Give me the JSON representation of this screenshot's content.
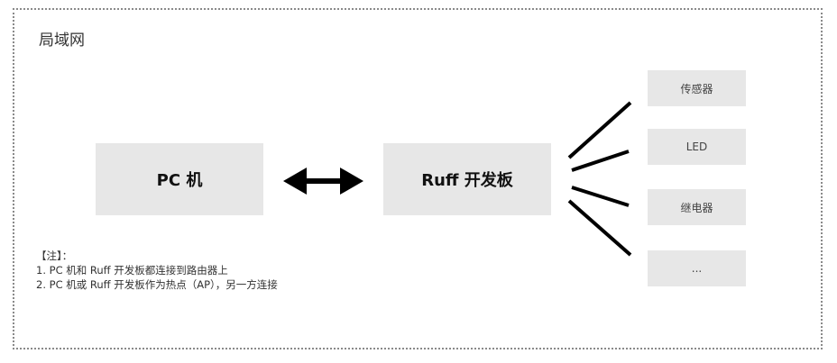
{
  "region": {
    "title": "局域网"
  },
  "nodes": {
    "pc": "PC 机",
    "ruff": "Ruff 开发板"
  },
  "devices": [
    "传感器",
    "LED",
    "继电器",
    "..."
  ],
  "notes": {
    "heading": "【注】：",
    "items": [
      "1. PC 机和 Ruff 开发板都连接到路由器上",
      "2. PC 机或 Ruff 开发板作为热点（AP），另一方连接"
    ]
  },
  "colors": {
    "box_fill": "#e7e7e7",
    "line": "#000000",
    "frame_border": "#8a8a8a"
  }
}
